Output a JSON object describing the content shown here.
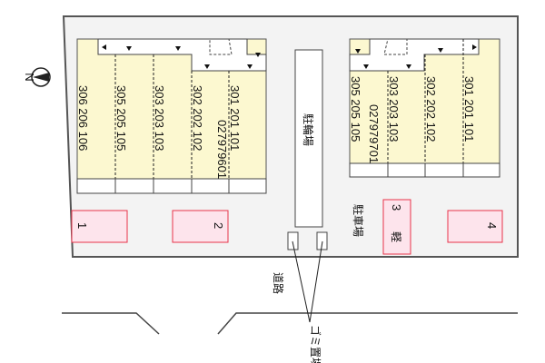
{
  "compass": {
    "label": "N"
  },
  "left_building": {
    "columns": [
      {
        "units": "306 206 106"
      },
      {
        "units": "305 205 105"
      },
      {
        "units": "303 203 103"
      },
      {
        "units": "302 202 102",
        "code": "027979601"
      },
      {
        "units": "301 201 101"
      }
    ]
  },
  "right_building": {
    "columns": [
      {
        "units": "305 205 105",
        "code": "027979701"
      },
      {
        "units": "303 203 103"
      },
      {
        "units": "302 202 102"
      },
      {
        "units": "301 201 101"
      }
    ]
  },
  "bicycle_parking": "駐輪場",
  "parking_lot": "駐車場",
  "parking_spaces": [
    {
      "label": "1"
    },
    {
      "label": "2"
    },
    {
      "label": "3",
      "sub": "軽"
    },
    {
      "label": "4"
    }
  ],
  "road": "道路",
  "garbage": "ゴミ置場",
  "colors": {
    "building": "#fcf8d0",
    "parking": "#fde4ec",
    "parking_border": "#e8334a",
    "lot": "#f3f3f3"
  }
}
